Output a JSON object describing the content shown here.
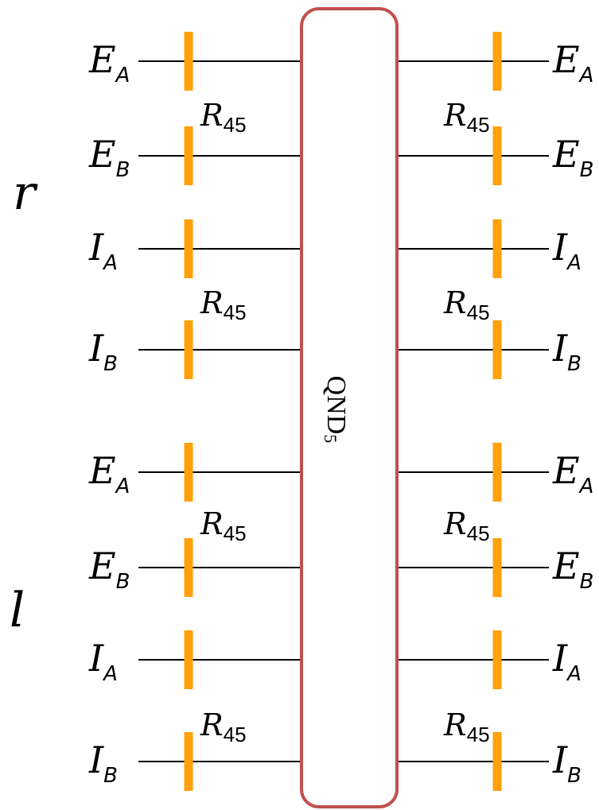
{
  "group_labels": [
    "r",
    "l"
  ],
  "rows": [
    {
      "left_main": "E",
      "left_sub": "A",
      "right_main": "E",
      "right_sub": "A"
    },
    {
      "left_main": "E",
      "left_sub": "B",
      "right_main": "E",
      "right_sub": "B"
    },
    {
      "left_main": "I",
      "left_sub": "A",
      "right_main": "I",
      "right_sub": "A"
    },
    {
      "left_main": "I",
      "left_sub": "B",
      "right_main": "I",
      "right_sub": "B"
    },
    {
      "left_main": "E",
      "left_sub": "A",
      "right_main": "E",
      "right_sub": "A"
    },
    {
      "left_main": "E",
      "left_sub": "B",
      "right_main": "E",
      "right_sub": "B"
    },
    {
      "left_main": "I",
      "left_sub": "A",
      "right_main": "I",
      "right_sub": "A"
    },
    {
      "left_main": "I",
      "left_sub": "B",
      "right_main": "I",
      "right_sub": "B"
    }
  ],
  "rotator_label": {
    "main": "R",
    "sub": "45"
  },
  "box_label": {
    "main": "QND",
    "sub": "5"
  },
  "colors": {
    "rotator": "#ffa10b",
    "box_border": "#c0504d",
    "wire": "#000000"
  }
}
